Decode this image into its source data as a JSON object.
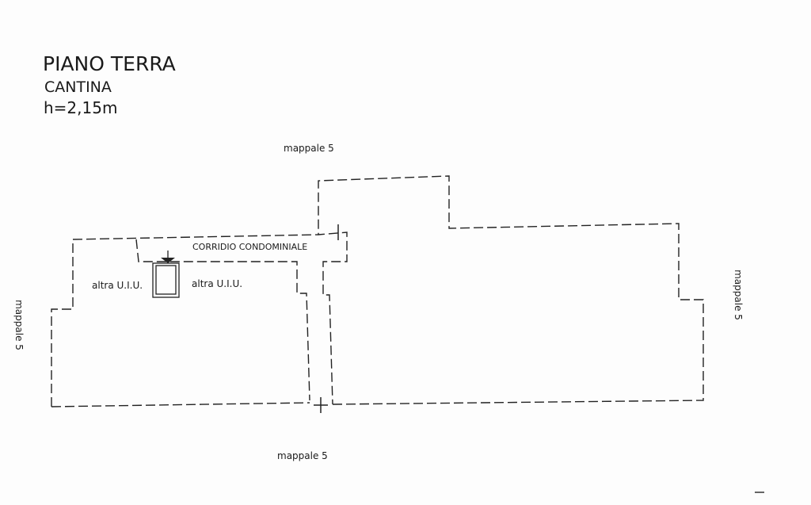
{
  "header": {
    "title": "PIANO TERRA",
    "subtitle": "CANTINA",
    "height": "h=2,15m"
  },
  "labels": {
    "top": "mappale 5",
    "bottom": "mappale 5",
    "left": "mappale 5",
    "right": "mappale 5",
    "corridor": "CORRIDIO CONDOMINIALE",
    "other_left": "altra U.I.U.",
    "other_right": "altra U.I.U."
  }
}
